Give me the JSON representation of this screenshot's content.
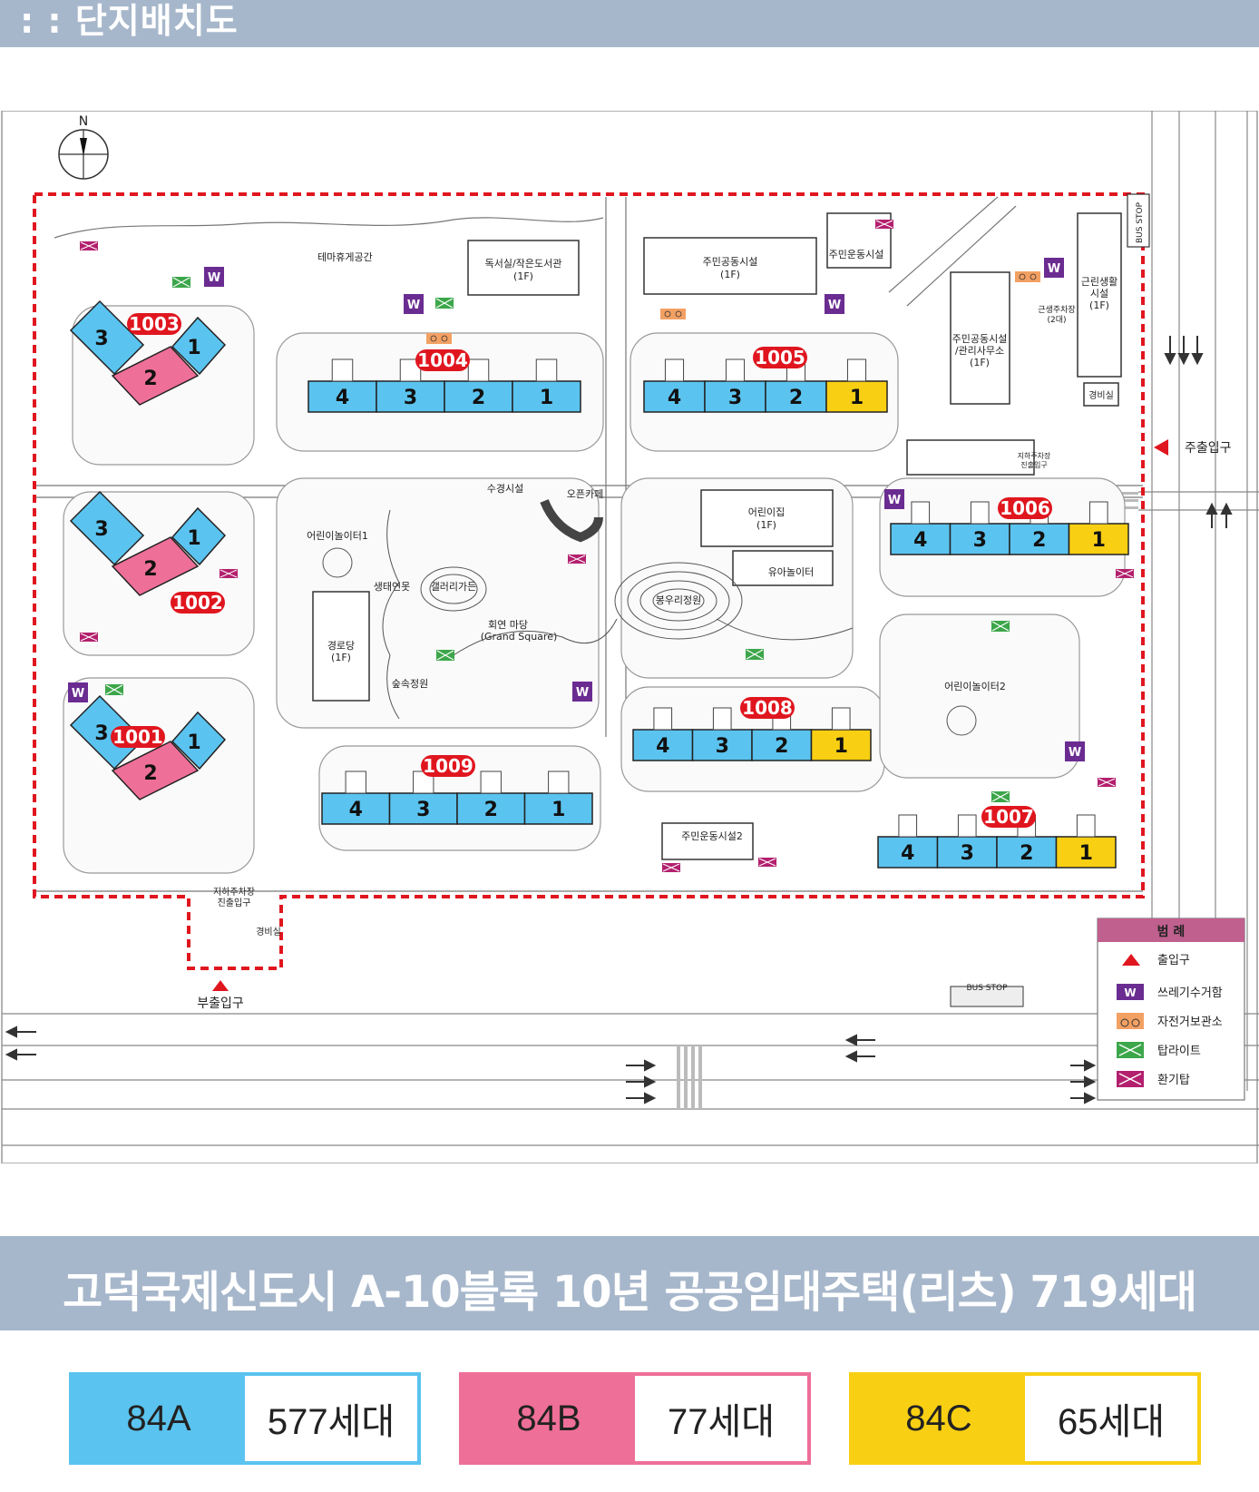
{
  "header": {
    "title": ": : 단지배치도"
  },
  "map": {
    "north": "N",
    "entrances": {
      "main": "주출입구",
      "sub": "부출입구"
    },
    "bus_stops": [
      "BUS STOP",
      "BUS STOP"
    ],
    "facilities": {
      "theme_rest": "테마휴게공간",
      "library": "독서실/작은도서관",
      "library_floor": "(1F)",
      "community1": "주민공동시설",
      "community1_floor": "(1F)",
      "sports_top": "주민운동시설",
      "community_mgmt_1": "주민공동시설",
      "community_mgmt_2": "/관리사무소",
      "community_mgmt_floor": "(1F)",
      "retail_1": "근린생활",
      "retail_2": "시설",
      "retail_floor": "(1F)",
      "retail_parking": "근생주차장",
      "retail_parking_count": "(2대)",
      "guard_top": "경비실",
      "ug_parking_right_1": "지하주차장",
      "ug_parking_right_2": "진출입구",
      "water": "수경시설",
      "open_cafe": "오픈카페",
      "kids_playground1": "어린이놀이터1",
      "eco_pond": "생태연못",
      "gallery_garden": "갤러리가든",
      "plaza_1": "회연 마당",
      "plaza_2": "(Grand Square)",
      "senior_center": "경로당",
      "senior_floor": "(1F)",
      "forest_garden": "숲속정원",
      "daycare": "어린이집",
      "daycare_floor": "(1F)",
      "toddler_play": "유아놀이터",
      "bud_garden": "봉우리정원",
      "kids_playground2": "어린이놀이터2",
      "sports_2": "주민운동시설2",
      "ug_parking_bottom_1": "지하주차장",
      "ug_parking_bottom_2": "진출입구",
      "guard_bottom": "경비실"
    },
    "buildings": [
      {
        "id": "1001",
        "lines": [
          "3",
          "2",
          "1"
        ]
      },
      {
        "id": "1002",
        "lines": [
          "3",
          "2",
          "1"
        ]
      },
      {
        "id": "1003",
        "lines": [
          "3",
          "2",
          "1"
        ]
      },
      {
        "id": "1004",
        "lines": [
          "4",
          "3",
          "2",
          "1"
        ]
      },
      {
        "id": "1005",
        "lines": [
          "4",
          "3",
          "2",
          "1"
        ]
      },
      {
        "id": "1006",
        "lines": [
          "4",
          "3",
          "2",
          "1"
        ]
      },
      {
        "id": "1007",
        "lines": [
          "4",
          "3",
          "2",
          "1"
        ]
      },
      {
        "id": "1008",
        "lines": [
          "4",
          "3",
          "2",
          "1"
        ]
      },
      {
        "id": "1009",
        "lines": [
          "4",
          "3",
          "2",
          "1"
        ]
      }
    ],
    "waste_marker": "W",
    "legend": {
      "title": "범 례",
      "items": [
        "출입구",
        "쓰레기수거함",
        "자전거보관소",
        "탑라이트",
        "환기탑"
      ]
    },
    "colors": {
      "unit_a": "#5bc3ef",
      "unit_b": "#ee6f98",
      "unit_c": "#f8cf13",
      "badge": "#e0161f",
      "boundary": "#e0161f",
      "waste": "#6a2c91",
      "bike": "#f3a063",
      "toplight": "#3ca64a",
      "vent": "#b3206e",
      "legend_head": "#c0608f"
    }
  },
  "footer": {
    "title": "고덕국제신도시 A-10블록 10년 공공임대주택(리츠) 719세대",
    "units": [
      {
        "type": "84A",
        "count": "577세대",
        "color": "#5bc3ef"
      },
      {
        "type": "84B",
        "count": "77세대",
        "color": "#ee6f98"
      },
      {
        "type": "84C",
        "count": "65세대",
        "color": "#f8cf13"
      }
    ]
  }
}
